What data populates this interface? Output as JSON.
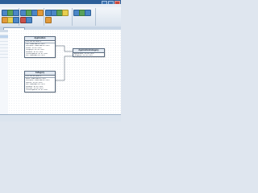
{
  "window": {
    "title": "",
    "accent": "#2c5f99"
  },
  "menu": [
    "",
    "",
    "",
    "",
    ""
  ],
  "document_tab": {
    "label": ""
  },
  "left_panel": {
    "header": ""
  },
  "entities": {
    "application": {
      "name": "Application",
      "pk": "+ ID : INT NOT NULL +",
      "fields": [
        "Title : NVARCHAR NOT NULL",
        "Description : NVARCHAR NOT NULL",
        "Version : INT NOT NULL",
        "CategoryID : INT NOT NULL",
        "IsEnabled : BIT NOT NULL",
        "ContentUpdated : INT NOT NULL",
        "Icon : VARBINARY NOT NULL"
      ]
    },
    "application_category": {
      "name": "ApplicationCategory",
      "fields": [
        "ApplicationID : INT NOT NULL",
        "CategoryID : INT NOT NULL"
      ]
    },
    "category": {
      "name": "Category",
      "pk": "+ ID : INT NOT NULL +",
      "fields": [
        "Name : NVARCHAR NOT NULL",
        "Description : NVARCHAR NOT NULL",
        "ParentID : INT NOT NULL",
        "Icon : VARBINARY NOT NULL",
        "IsEnabled : BIT NOT NULL",
        "SortOrder : INT NOT NULL",
        "ContentUpdated : INT NOT NULL"
      ]
    }
  },
  "status": {
    "text": "",
    "zoom": ""
  }
}
